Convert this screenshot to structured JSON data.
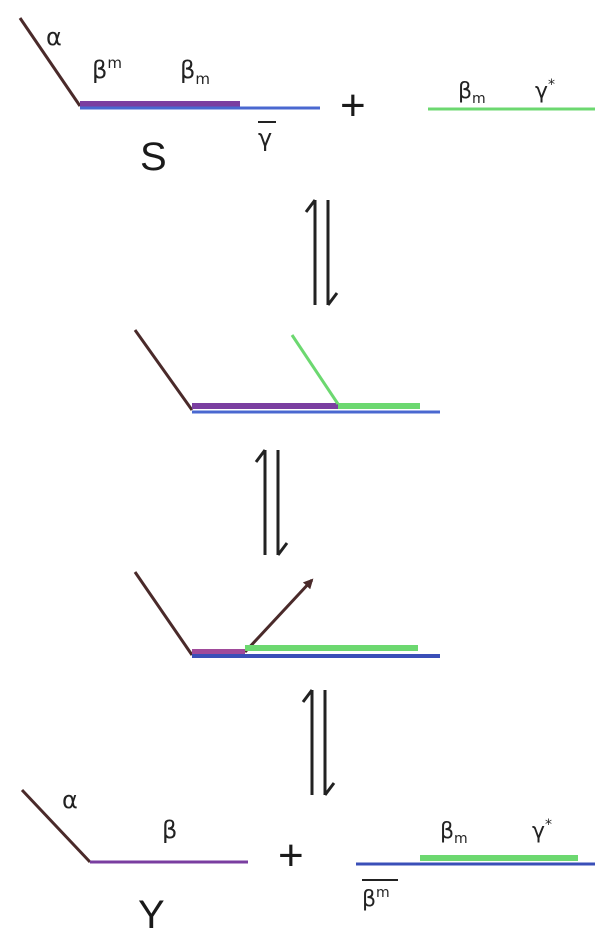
{
  "colors": {
    "ink": "#3a3a3a",
    "arm": "#4a2a2a",
    "purple": "#7a3ea0",
    "blue": "#4a68d0",
    "green": "#6cd870",
    "darkblue": "#3a4fb8",
    "magenta": "#a04a9a"
  },
  "stage1": {
    "alpha": "α",
    "beta_m_top": "β",
    "beta_m_top_sup": "m",
    "beta_m": "β",
    "beta_m_sub": "m",
    "gamma_bar": "γ",
    "name": "S",
    "plus": "+",
    "strand2_beta": "β",
    "strand2_beta_sub": "m",
    "strand2_gamma": "γ",
    "strand2_gamma_sup": "*"
  },
  "stage4": {
    "alpha": "α",
    "beta": "β",
    "name": "Y",
    "plus": "+",
    "beta_m": "β",
    "beta_m_sub": "m",
    "gamma": "γ",
    "gamma_sup": "*",
    "beta_m_bar": "β",
    "beta_m_bar_sup": "m"
  }
}
